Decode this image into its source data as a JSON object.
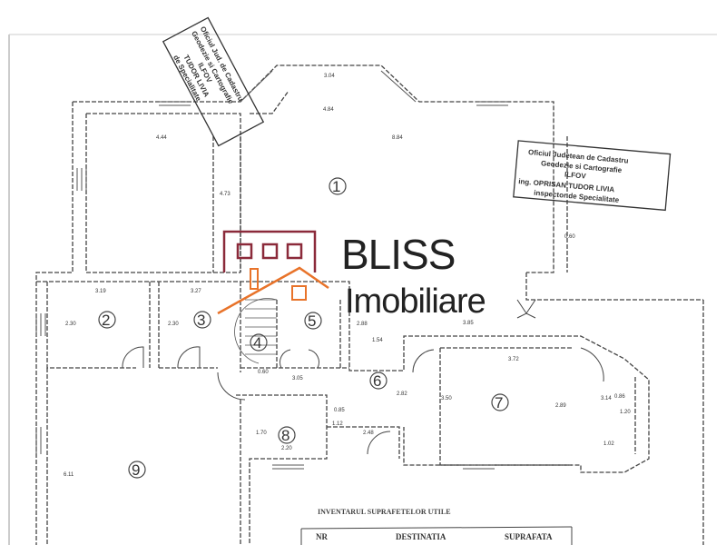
{
  "plan": {
    "rooms": [
      "1",
      "2",
      "3",
      "4",
      "5",
      "6",
      "7",
      "8",
      "9"
    ],
    "dimensions": {
      "bay_top": "3.04",
      "top_width": "4.84",
      "left_span": "4.44",
      "right_span": "8.84",
      "room1_height": "4.73",
      "right_offset": "0.60",
      "room2_width": "3.19",
      "room3_width": "3.27",
      "room5_width": "3.85",
      "room2_height": "2.30",
      "room3_height": "2.30",
      "room5_height": "2.88",
      "hall_step": "1.54",
      "room7_width": "3.72",
      "stair_width": "0.60",
      "stair_span": "3.05",
      "small_step": "0.85",
      "room6_height": "2.82",
      "room7_left_height": "3.50",
      "room7_height": "2.89",
      "bay_side": "3.14",
      "bay_small": "0.86",
      "bay_inner": "1.20",
      "room8_height": "1.70",
      "closet_height": "1.12",
      "room8_width": "2.20",
      "closet_width": "2.48",
      "bay_bottom": "1.02",
      "room9_height": "6.11"
    }
  },
  "stamps": {
    "right": {
      "line1": "Oficiul Judetean de Cadastru",
      "line2": "Geodezie si Cartografie",
      "line3": "ILFOV",
      "line4": "ing. OPRISAN TUDOR LIVIA",
      "line5": "inspector de Specialitate"
    },
    "left": {
      "line1": "Oficiul Jud. de Cadastru",
      "line2": "Geodezie si Cartografie",
      "line3": "ILFOV",
      "line4": "TUDOR LIVIA",
      "line5": "de Specialitate"
    }
  },
  "watermark": {
    "brand": "BLISS",
    "subtitle": "Imobiliare",
    "colors": {
      "frame": "#8b2a3a",
      "roof": "#e8732a",
      "text": "#222222"
    }
  },
  "inventory": {
    "title": "INVENTARUL SUPRAFETELOR UTILE",
    "headers": [
      "NR",
      "DESTINATIA",
      "SUPRAFATA"
    ]
  }
}
